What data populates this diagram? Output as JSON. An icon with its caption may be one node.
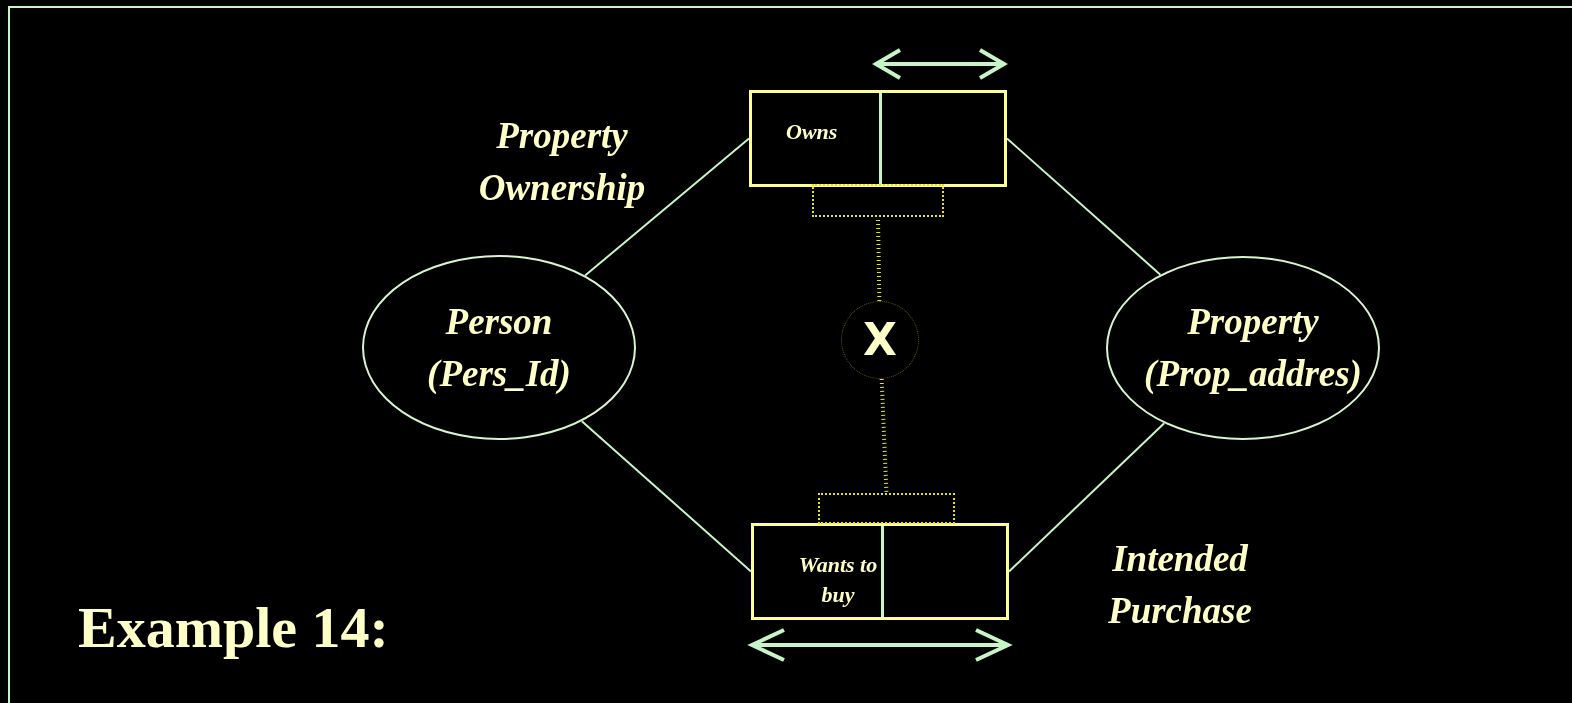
{
  "diagram": {
    "nodes": [
      {
        "text": [
          "Person (Pers_Id)"
        ]
      },
      {
        "text": [
          "Property (Prop_addres)"
        ]
      },
      {
        "text": [
          "Owns"
        ]
      },
      {
        "text": [
          "Wants to buy"
        ]
      },
      {
        "text": [],
        "shape": "box"
      },
      {
        "text": [],
        "shape": "box"
      },
      {
        "text": [
          "X"
        ]
      }
    ],
    "edges": [
      {
        "from": 0,
        "to": 2,
        "arrow": "none"
      },
      {
        "from": 2,
        "to": 1,
        "arrow": "none"
      },
      {
        "from": 0,
        "to": 3,
        "arrow": "none"
      },
      {
        "from": 3,
        "to": 1,
        "arrow": "none"
      },
      {
        "from": 6,
        "to": 4,
        "arrow": "none",
        "style": "dashed",
        "color": "#e6e600"
      },
      {
        "from": 6,
        "to": 5,
        "arrow": "none",
        "style": "dashed",
        "color": "#e6e600"
      }
    ],
    "labels": [
      "Property Ownership",
      "Intended Purchase",
      "Example 14:"
    ]
  }
}
